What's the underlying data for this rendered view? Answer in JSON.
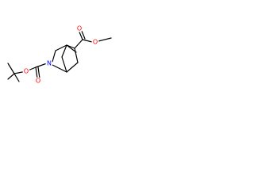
{
  "molecule": {
    "atoms": {
      "o_ester_double": {
        "symbol": "O"
      },
      "o_ester_single": {
        "symbol": "O"
      },
      "o_boc_single": {
        "symbol": "O"
      },
      "o_boc_double": {
        "symbol": "O"
      },
      "n_ring": {
        "symbol": "N"
      }
    },
    "colors": {
      "oxygen": "#ff0000",
      "nitrogen": "#0000ff",
      "bond": "#000000"
    }
  }
}
